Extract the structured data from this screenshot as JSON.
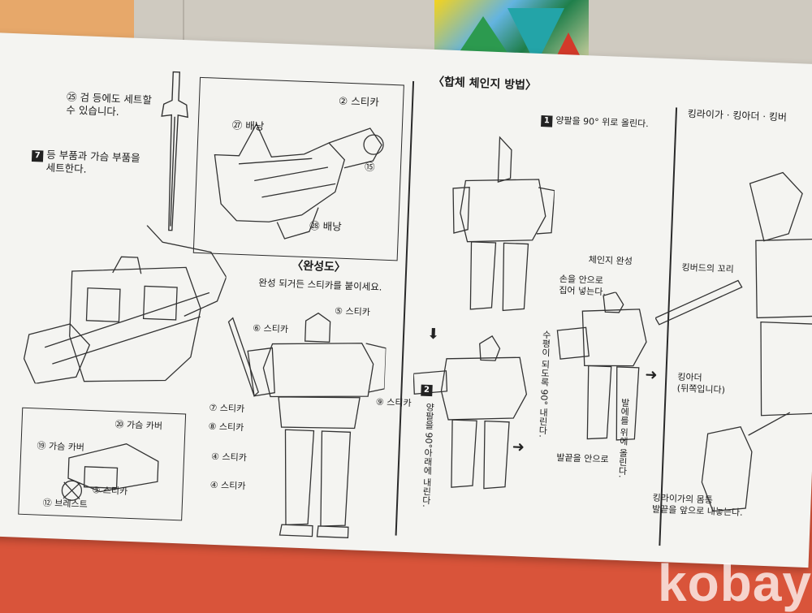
{
  "left_section": {
    "step_25_note": "㉕ 검 등에도 세트할\n수 있습니다.",
    "step_7_label": "7",
    "step_7_text": "등 부품과 가슴 부품을\n세트한다.",
    "inset_labels": {
      "sticker_2": "② 스티카",
      "backpack_27": "㉗ 배낭",
      "backpack_28": "㉘ 배낭",
      "part_15": "⑮"
    },
    "chest_inset": {
      "cover_a": "⑳ 가슴 카버",
      "cover_b": "⑲ 가슴 카버",
      "sticker_3": "③ 스티카",
      "breast_12": "⑫ 브레스트"
    }
  },
  "complete_section": {
    "title": "〈완성도〉",
    "subtitle": "완성 되거든 스티카를 붙이세요.",
    "stickers": [
      "⑤ 스티카",
      "⑥ 스티카",
      "⑦ 스티카",
      "⑧ 스티카",
      "⑨ 스티카",
      "④ 스티카",
      "④ 스티카"
    ]
  },
  "change_section": {
    "title": "〈합체 체인지 방법〉",
    "step1": "양팔을 90° 위로 올린다.",
    "step1_num": "1",
    "step2_num": "2",
    "step2_text": "양팔을 90°아래에 내린다.",
    "hands_in": "손을 안으로\n집어 넣는다.",
    "change_done": "체인지 완성",
    "vertical_a": "수평이 되도록 90° 내린다.",
    "vertical_b": "발에를 위에 올린다.",
    "feet_in": "발끝을 안으로"
  },
  "right_section": {
    "header": "킹라이가 · 킹아더 · 킹버",
    "kingbird_tail": "킹버드의 꼬리",
    "king_arthur": "킹아더\n(뒤쪽입니다)",
    "kingraiger_body": "킹라이가의 몸통\n발끝을 앞으로 내놓는다."
  },
  "watermark": "kobay"
}
